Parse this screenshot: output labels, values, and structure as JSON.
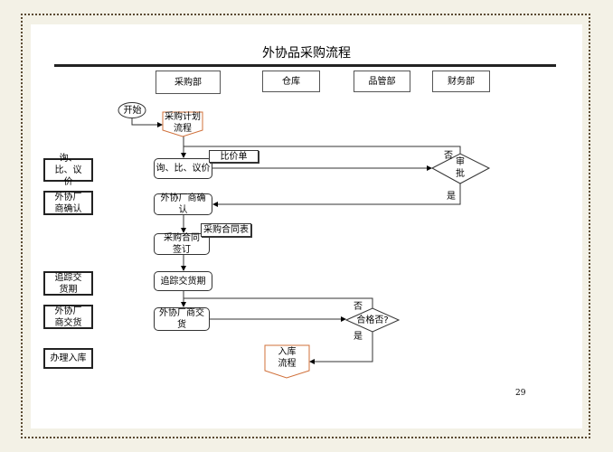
{
  "title": "外协品采购流程",
  "departments": [
    "采购部",
    "仓库",
    "品管部",
    "财务部"
  ],
  "side_labels": [
    "询、比、议价",
    "外协厂商确认",
    "追踪交货期",
    "外协厂商交货",
    "办理入库"
  ],
  "nodes": {
    "start": "开始",
    "plan": "采购计划流程",
    "inquiry": "询、比、议价",
    "price_sheet": "比价单",
    "approve": "审批",
    "confirm": "外协厂商确认",
    "contract_form": "采购合同表",
    "contract": "采购合同签订",
    "track": "追踪交货期",
    "deliver": "外协厂商交货",
    "qualified": "合格否?",
    "warehouse": "入库流程"
  },
  "edges": {
    "no1": "否",
    "yes1": "是",
    "no2": "否",
    "yes2": "是"
  },
  "page_number": "29"
}
